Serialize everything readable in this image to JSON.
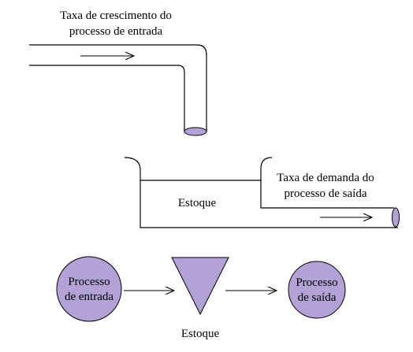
{
  "colors": {
    "fill": "#B3A2D6",
    "stroke": "#000000",
    "background": "#FFFFFF"
  },
  "inflow": {
    "label_line1": "Taxa de crescimento do",
    "label_line2": "processo de entrada"
  },
  "tank": {
    "label": "Estoque"
  },
  "outflow": {
    "label_line1": "Taxa de demanda do",
    "label_line2": "processo de saída"
  },
  "flow": {
    "input_line1": "Processo",
    "input_line2": "de entrada",
    "stock_label": "Estoque",
    "output_line1": "Processo",
    "output_line2": "de saída"
  }
}
